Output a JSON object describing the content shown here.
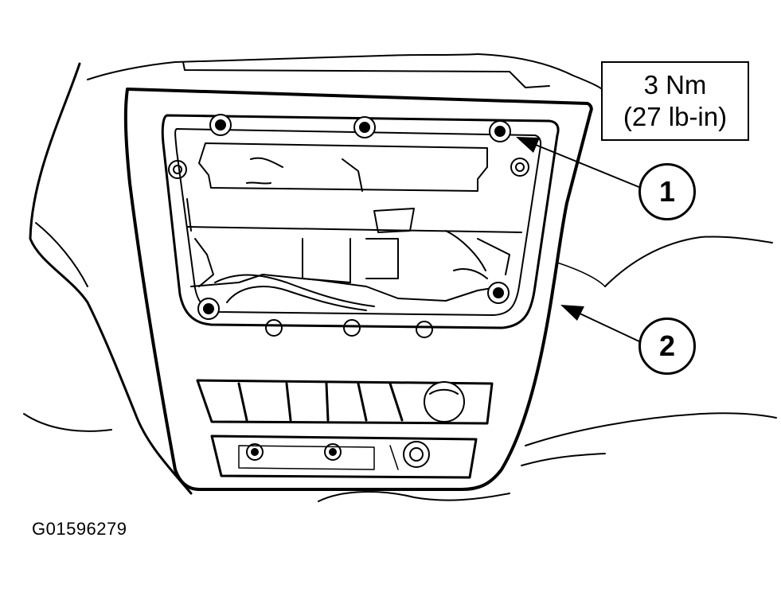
{
  "torque_spec": {
    "metric": "3 Nm",
    "imperial": "(27 lb-in)"
  },
  "callouts": [
    {
      "label": "1"
    },
    {
      "label": "2"
    }
  ],
  "figure_id": "G01596279"
}
